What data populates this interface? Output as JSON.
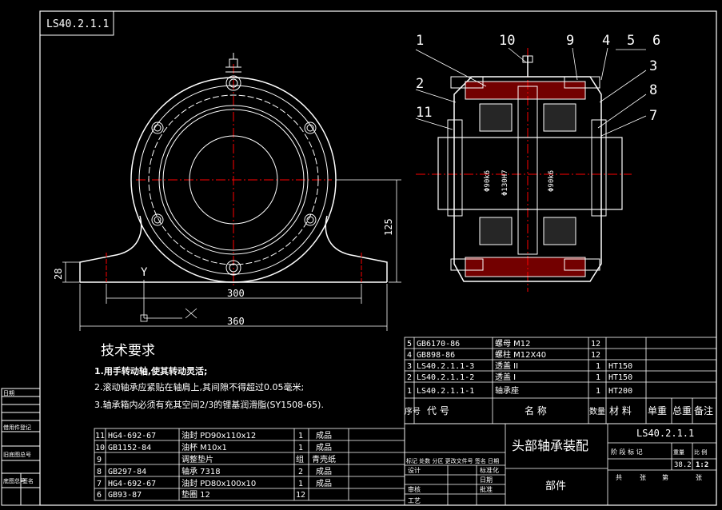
{
  "drawing_code": "LS40.2.1.1",
  "balloons": [
    "1",
    "10",
    "9",
    "4",
    "5",
    "6",
    "3",
    "8",
    "7",
    "2",
    "11"
  ],
  "dims": {
    "width_300": "300",
    "width_360": "360",
    "height_125": "125",
    "height_28": "28"
  },
  "axes": {
    "y": "Y",
    "x": "X"
  },
  "shaft_diameters": [
    "Φ90k6",
    "Φ130H7",
    "Φ90k6"
  ],
  "tech": {
    "title": "技术要求",
    "items": [
      "1.用手转动轴,使其转动灵活;",
      "2.滚动轴承应紧贴在轴肩上,其间隙不得超过0.05毫米;",
      "3.轴承箱内必须有充其空间2/3的锂基润滑脂(SY1508-65)."
    ]
  },
  "parts_right": [
    {
      "no": "5",
      "code": "GB6170-86",
      "name": "螺母 M12",
      "qty": "12",
      "mat": ""
    },
    {
      "no": "4",
      "code": "GB898-86",
      "name": "螺柱 M12X40",
      "qty": "12",
      "mat": ""
    },
    {
      "no": "3",
      "code": "LS40.2.1.1-3",
      "name": "透盖 II",
      "qty": "1",
      "mat": "HT150"
    },
    {
      "no": "2",
      "code": "LS40.2.1.1-2",
      "name": "透盖 I",
      "qty": "1",
      "mat": "HT150"
    },
    {
      "no": "1",
      "code": "LS40.2.1.1-1",
      "name": "轴承座",
      "qty": "1",
      "mat": "HT200"
    }
  ],
  "parts_header": {
    "no": "序号",
    "code": "代 号",
    "name": "名 称",
    "qty": "数量",
    "mat": "材 料",
    "unit": "单重",
    "total": "总重",
    "note": "备注"
  },
  "parts_left": [
    {
      "no": "11",
      "code": "HG4-692-67",
      "name": "油封 PD90x110x12",
      "qty": "1",
      "note": "成品"
    },
    {
      "no": "10",
      "code": "GB1152-84",
      "name": "油杯 M10x1",
      "qty": "1",
      "note": "成品"
    },
    {
      "no": "9",
      "code": "",
      "name": "调整垫片",
      "qty": "组",
      "note": "青壳纸"
    },
    {
      "no": "8",
      "code": "GB297-84",
      "name": "轴承 7318",
      "qty": "2",
      "note": "成品"
    },
    {
      "no": "7",
      "code": "HG4-692-67",
      "name": "油封 PD80x100x10",
      "qty": "1",
      "note": "成品"
    },
    {
      "no": "6",
      "code": "GB93-87",
      "name": "垫圈 12",
      "qty": "12",
      "note": ""
    }
  ],
  "title_block": {
    "title": "头部轴承装配",
    "code": "LS40.2.1.1",
    "part_label": "部件",
    "mass": "38.2",
    "scale": "1:2",
    "revision_headers": "标记 处数 分区 更改文件号 签名 日期",
    "roles": [
      "设计",
      "审核",
      "工艺"
    ],
    "mid_cells": [
      "标准化",
      "日期",
      "批准"
    ],
    "stage_headers": [
      "阶 段 标 记",
      "重量",
      "比 例"
    ],
    "sheet_row": [
      "共",
      "张",
      "第",
      "张"
    ]
  },
  "side_labels": [
    "借用件登记",
    "旧底图总号",
    "底图总号",
    "签名",
    "日期"
  ]
}
